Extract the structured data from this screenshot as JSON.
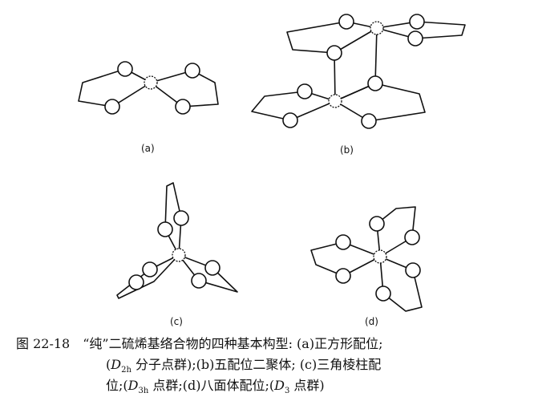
{
  "panel_labels": [
    "(a)",
    "(b)",
    "(c)",
    "(d)"
  ],
  "caption": {
    "figure_number": "图 22-18",
    "line1": "“纯”二硫烯基络合物的四种基本构型: (a)正方形配位;",
    "line2_open": "(",
    "line2_sym": "D",
    "line2_sub": "2h",
    "line2_rest": " 分子点群);(b)五配位二聚体; (c)三角棱柱配",
    "line3_pre": "位;(",
    "line3_sym1": "D",
    "line3_sub1": "3h",
    "line3_mid": " 点群;(d)八面体配位;(",
    "line3_sym2": "D",
    "line3_sub2": "3",
    "line3_end": " 点群)"
  }
}
